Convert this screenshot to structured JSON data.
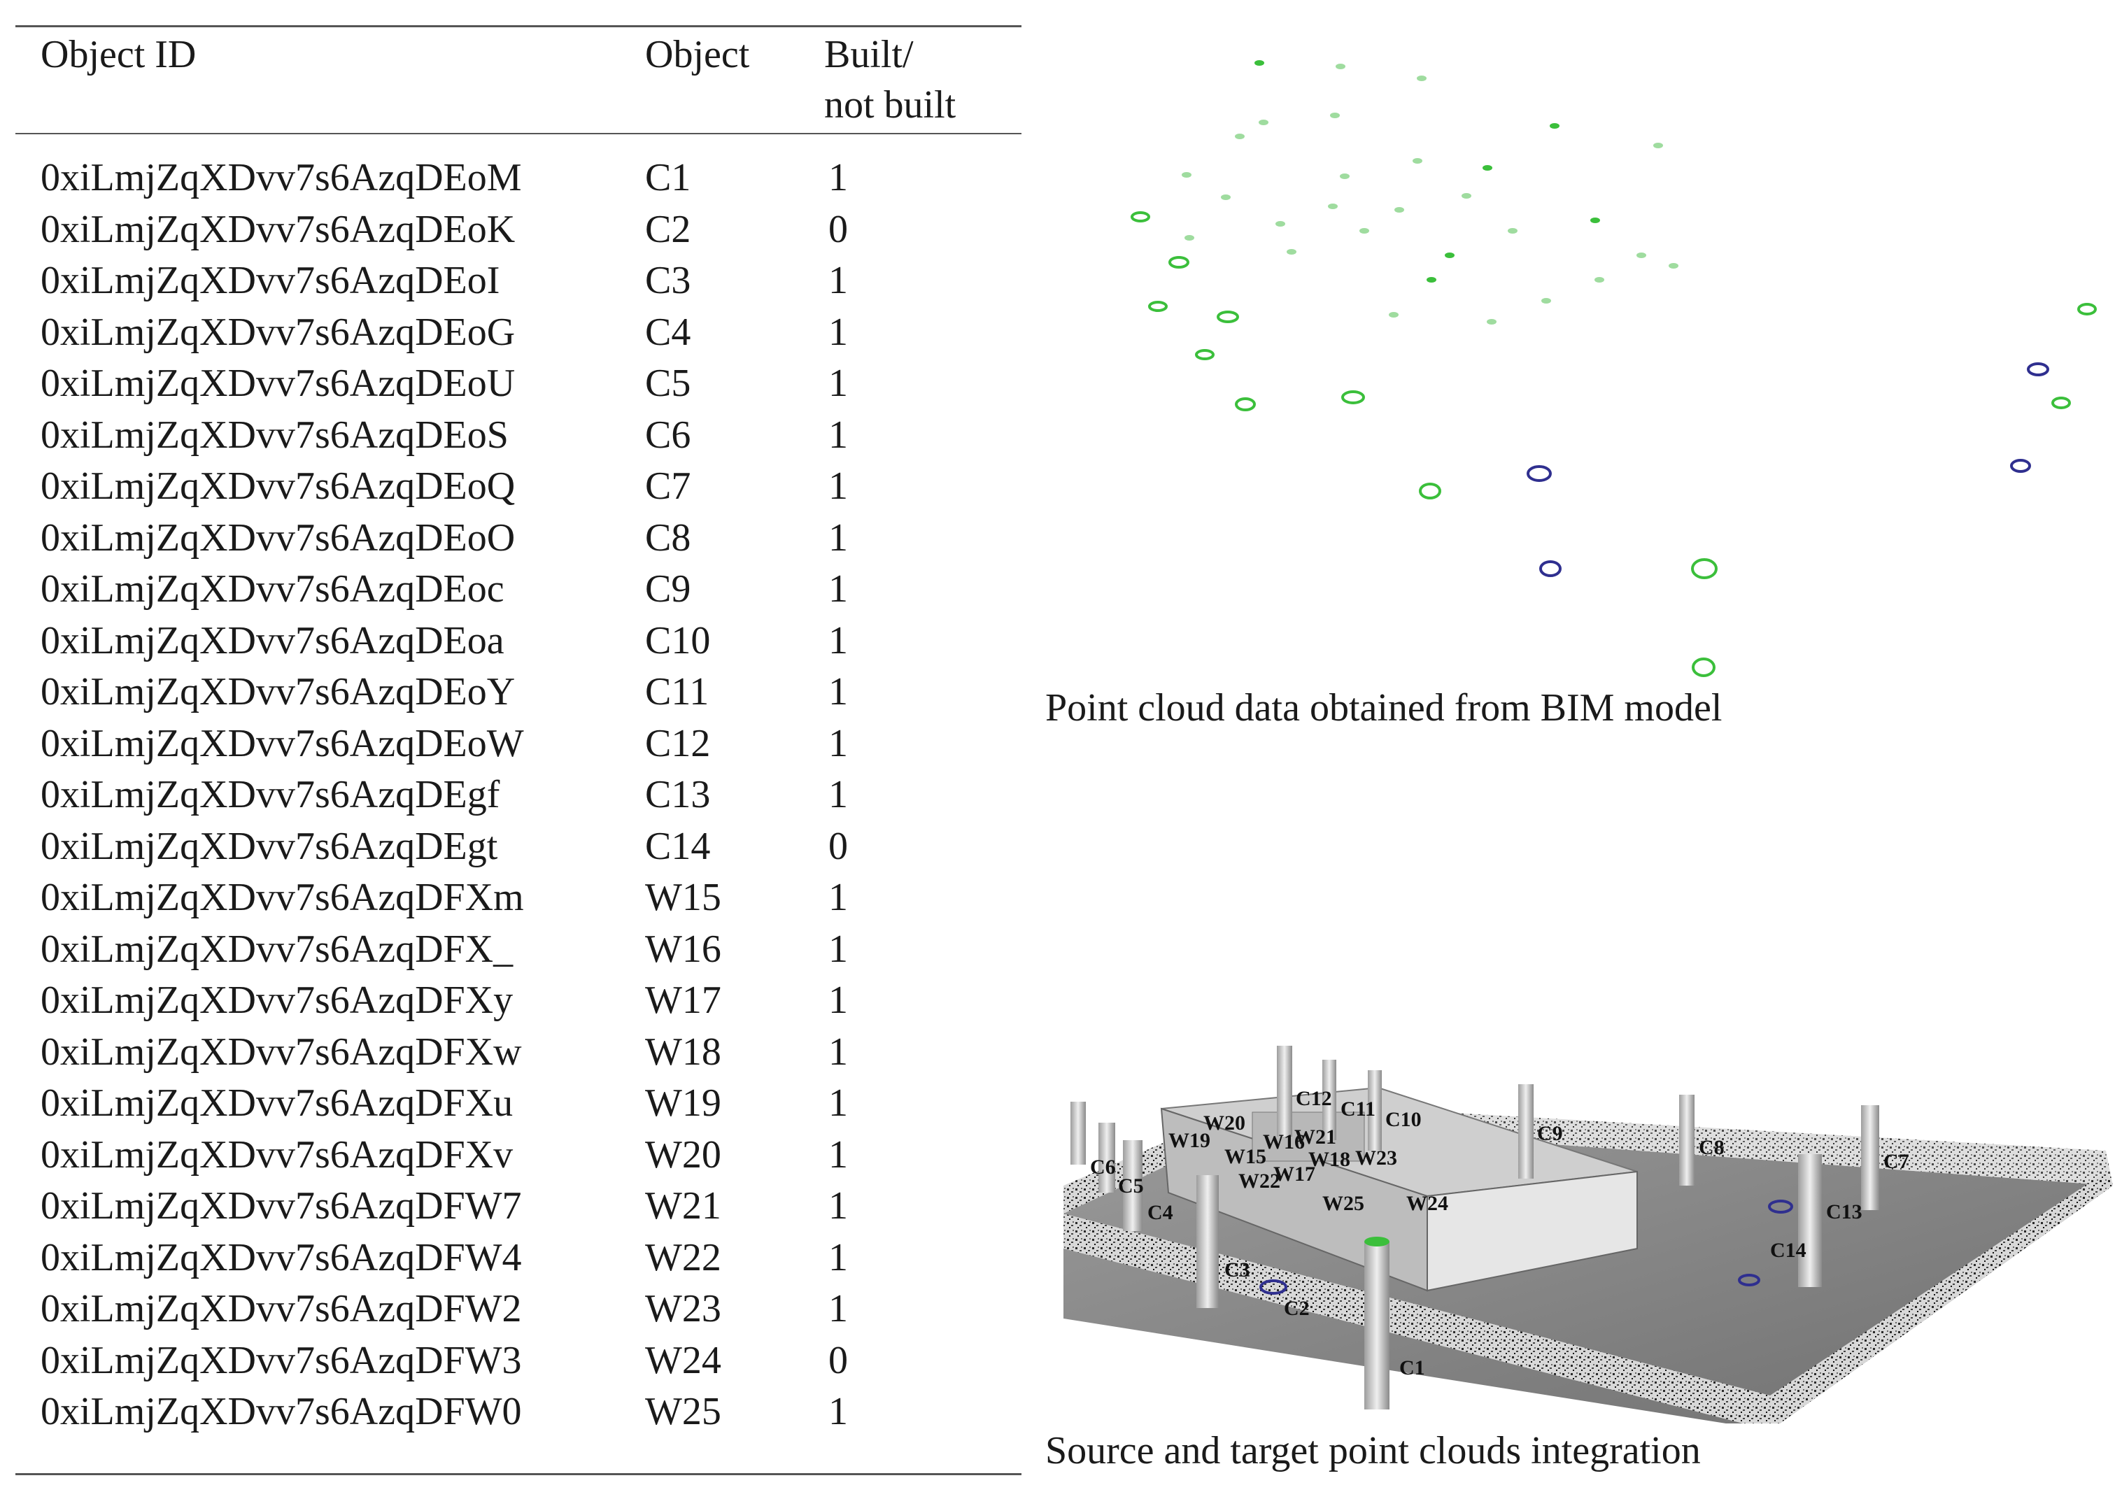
{
  "table": {
    "headers": {
      "id": "Object ID",
      "object": "Object",
      "built": "Built/\nnot built"
    },
    "rows": [
      {
        "id": "0xiLmjZqXDvv7s6AzqDEoM",
        "object": "C1",
        "built": "1"
      },
      {
        "id": "0xiLmjZqXDvv7s6AzqDEoK",
        "object": "C2",
        "built": "0"
      },
      {
        "id": "0xiLmjZqXDvv7s6AzqDEoI",
        "object": "C3",
        "built": "1"
      },
      {
        "id": "0xiLmjZqXDvv7s6AzqDEoG",
        "object": "C4",
        "built": "1"
      },
      {
        "id": "0xiLmjZqXDvv7s6AzqDEoU",
        "object": "C5",
        "built": "1"
      },
      {
        "id": "0xiLmjZqXDvv7s6AzqDEoS",
        "object": "C6",
        "built": "1"
      },
      {
        "id": "0xiLmjZqXDvv7s6AzqDEoQ",
        "object": "C7",
        "built": "1"
      },
      {
        "id": "0xiLmjZqXDvv7s6AzqDEoO",
        "object": "C8",
        "built": "1"
      },
      {
        "id": "0xiLmjZqXDvv7s6AzqDEoc",
        "object": "C9",
        "built": "1"
      },
      {
        "id": "0xiLmjZqXDvv7s6AzqDEoa",
        "object": "C10",
        "built": "1"
      },
      {
        "id": "0xiLmjZqXDvv7s6AzqDEoY",
        "object": "C11",
        "built": "1"
      },
      {
        "id": "0xiLmjZqXDvv7s6AzqDEoW",
        "object": "C12",
        "built": "1"
      },
      {
        "id": "0xiLmjZqXDvv7s6AzqDEgf",
        "object": "C13",
        "built": "1"
      },
      {
        "id": "0xiLmjZqXDvv7s6AzqDEgt",
        "object": "C14",
        "built": "0"
      },
      {
        "id": "0xiLmjZqXDvv7s6AzqDFXm",
        "object": "W15",
        "built": "1"
      },
      {
        "id": "0xiLmjZqXDvv7s6AzqDFX_",
        "object": "W16",
        "built": "1"
      },
      {
        "id": "0xiLmjZqXDvv7s6AzqDFXy",
        "object": "W17",
        "built": "1"
      },
      {
        "id": "0xiLmjZqXDvv7s6AzqDFXw",
        "object": "W18",
        "built": "1"
      },
      {
        "id": "0xiLmjZqXDvv7s6AzqDFXu",
        "object": "W19",
        "built": "1"
      },
      {
        "id": "0xiLmjZqXDvv7s6AzqDFXv",
        "object": "W20",
        "built": "1"
      },
      {
        "id": "0xiLmjZqXDvv7s6AzqDFW7",
        "object": "W21",
        "built": "1"
      },
      {
        "id": "0xiLmjZqXDvv7s6AzqDFW4",
        "object": "W22",
        "built": "1"
      },
      {
        "id": "0xiLmjZqXDvv7s6AzqDFW2",
        "object": "W23",
        "built": "1"
      },
      {
        "id": "0xiLmjZqXDvv7s6AzqDFW3",
        "object": "W24",
        "built": "0"
      },
      {
        "id": "0xiLmjZqXDvv7s6AzqDFW0",
        "object": "W25",
        "built": "1"
      }
    ]
  },
  "figures": {
    "top_caption": "Point cloud data obtained from BIM model",
    "bottom_caption": "Source and target point clouds integration",
    "bottom_labels": {
      "c1": "C1",
      "c2": "C2",
      "c3": "C3",
      "c4": "C4",
      "c5": "C5",
      "c6": "C6",
      "c7": "C7",
      "c8": "C8",
      "c9": "C9",
      "c10": "C10",
      "c11": "C11",
      "c12": "C12",
      "c13": "C13",
      "c14": "C14",
      "w15": "W15",
      "w16": "W16",
      "w17": "W17",
      "w18": "W18",
      "w19": "W19",
      "w20": "W20",
      "w21": "W21",
      "w22": "W22",
      "w23": "W23",
      "w24": "W24",
      "w25": "W25"
    }
  },
  "colors": {
    "built_marker": "#3bbf3b",
    "not_built_marker": "#2f2f8f",
    "cloud_grey": "#8a8a8a"
  }
}
